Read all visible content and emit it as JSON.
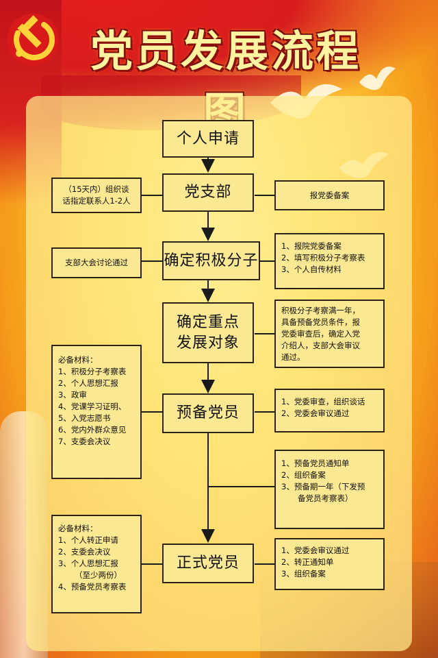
{
  "title": "党员发展流程图",
  "steps": [
    {
      "label": "个人申请"
    },
    {
      "label": "党支部"
    },
    {
      "label": "确定积极分子"
    },
    {
      "line1": "确定重点",
      "line2": "发展对象"
    },
    {
      "label": "预备党员"
    },
    {
      "label": "正式党员"
    }
  ],
  "left_notes": {
    "party_branch": [
      "（15天内）组织谈",
      "话指定联系人1-2人"
    ],
    "activist": "支部大会讨论通过",
    "materials_1": {
      "heading": "必备材料：",
      "items": [
        "1、积极分子考察表",
        "2、个人思想汇报",
        "3、政审",
        "4、党课学习证明、",
        "5、入党志愿书",
        "6、党内外群众意见",
        "7、支委会决议"
      ]
    },
    "materials_2": {
      "heading": "必备材料：",
      "items": [
        "1、个人转正申请",
        "2、支委会决议",
        "3、个人思想汇报",
        "（至少两份）",
        "4、预备党员考察表"
      ]
    }
  },
  "right_notes": {
    "party_branch": "报党委备案",
    "activist": [
      "1、报院党委备案",
      "2、填写积极分子考察表",
      "3、个人自传材料"
    ],
    "key_target": [
      "积极分子考察满一年，",
      "具备预备党员条件，报",
      "党委审查后，确定入党",
      "介绍人，支部大会审议",
      "通过。"
    ],
    "probationary": [
      "1、党委审查，组织谈话",
      "2、党委会审议通过"
    ],
    "probation_period": [
      "1、预备党员通知单",
      "2、组织备案",
      "3、预备期一年（下发预",
      "备党员考察表）"
    ],
    "full_member": [
      "1、党委会审议通过",
      "2、转正通知单",
      "3、组织备案"
    ]
  }
}
